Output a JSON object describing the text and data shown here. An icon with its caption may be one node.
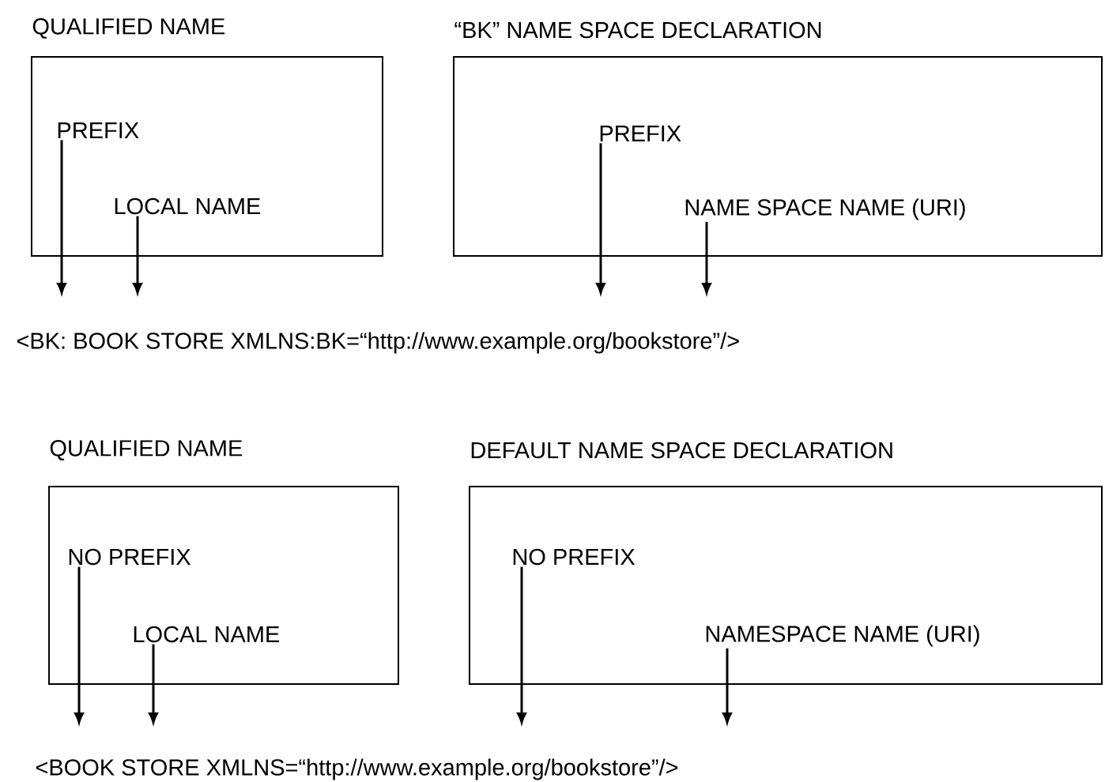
{
  "diagram": {
    "nodes": [
      {
        "text": [
          "QUALIFIED NAME"
        ]
      },
      {
        "text": [
          "PREFIX"
        ],
        "in": 0
      },
      {
        "text": [
          "LOCAL NAME"
        ],
        "in": 0
      },
      {
        "text": [
          "“BK” NAME SPACE DECLARATION"
        ]
      },
      {
        "text": [
          "PREFIX"
        ],
        "in": 3
      },
      {
        "text": [
          "NAME SPACE NAME (URI)"
        ],
        "in": 3
      },
      {
        "text": [
          "QUALIFIED NAME"
        ]
      },
      {
        "text": [
          "NO PREFIX"
        ],
        "in": 6
      },
      {
        "text": [
          "LOCAL NAME"
        ],
        "in": 6
      },
      {
        "text": [
          "DEFAULT NAME SPACE DECLARATION"
        ]
      },
      {
        "text": [
          "NO PREFIX"
        ],
        "in": 9
      },
      {
        "text": [
          "NAMESPACE NAME (URI)"
        ],
        "in": 9
      }
    ],
    "edges": [
      {
        "from": 1,
        "to": null,
        "arrow": "to"
      },
      {
        "from": 2,
        "to": null,
        "arrow": "to"
      },
      {
        "from": 4,
        "to": null,
        "arrow": "to"
      },
      {
        "from": 5,
        "to": null,
        "arrow": "to"
      },
      {
        "from": 7,
        "to": null,
        "arrow": "to"
      },
      {
        "from": 8,
        "to": null,
        "arrow": "to"
      },
      {
        "from": 10,
        "to": null,
        "arrow": "to"
      },
      {
        "from": 11,
        "to": null,
        "arrow": "to"
      }
    ],
    "labels": [
      "<BK: BOOK STORE XMLNS:BK=“http://www.example.org/bookstore”/>",
      "<BOOK STORE XMLNS=“http://www.example.org/bookstore”/>"
    ]
  }
}
